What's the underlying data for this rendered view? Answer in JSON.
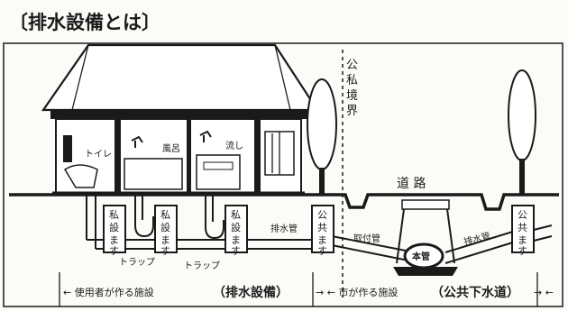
{
  "title": "〔排水設備とは〕",
  "labels": {
    "toilet": "トイレ",
    "bath": "風呂",
    "sink": "流し",
    "boundary": "公私境界",
    "road": "道 路",
    "private_box": "私設ます",
    "public_box": "公共ます",
    "drain_pipe": "排水管",
    "attach_pipe": "取付管",
    "main_pipe": "本管",
    "trap": "トラップ"
  },
  "bottom": {
    "user_left": "← 使用者が作る施設",
    "user_right": "（排水設備）",
    "city_left": "→ ← 市が作る施設",
    "city_right": "（公共下水道）",
    "city_end": "→ ←"
  }
}
